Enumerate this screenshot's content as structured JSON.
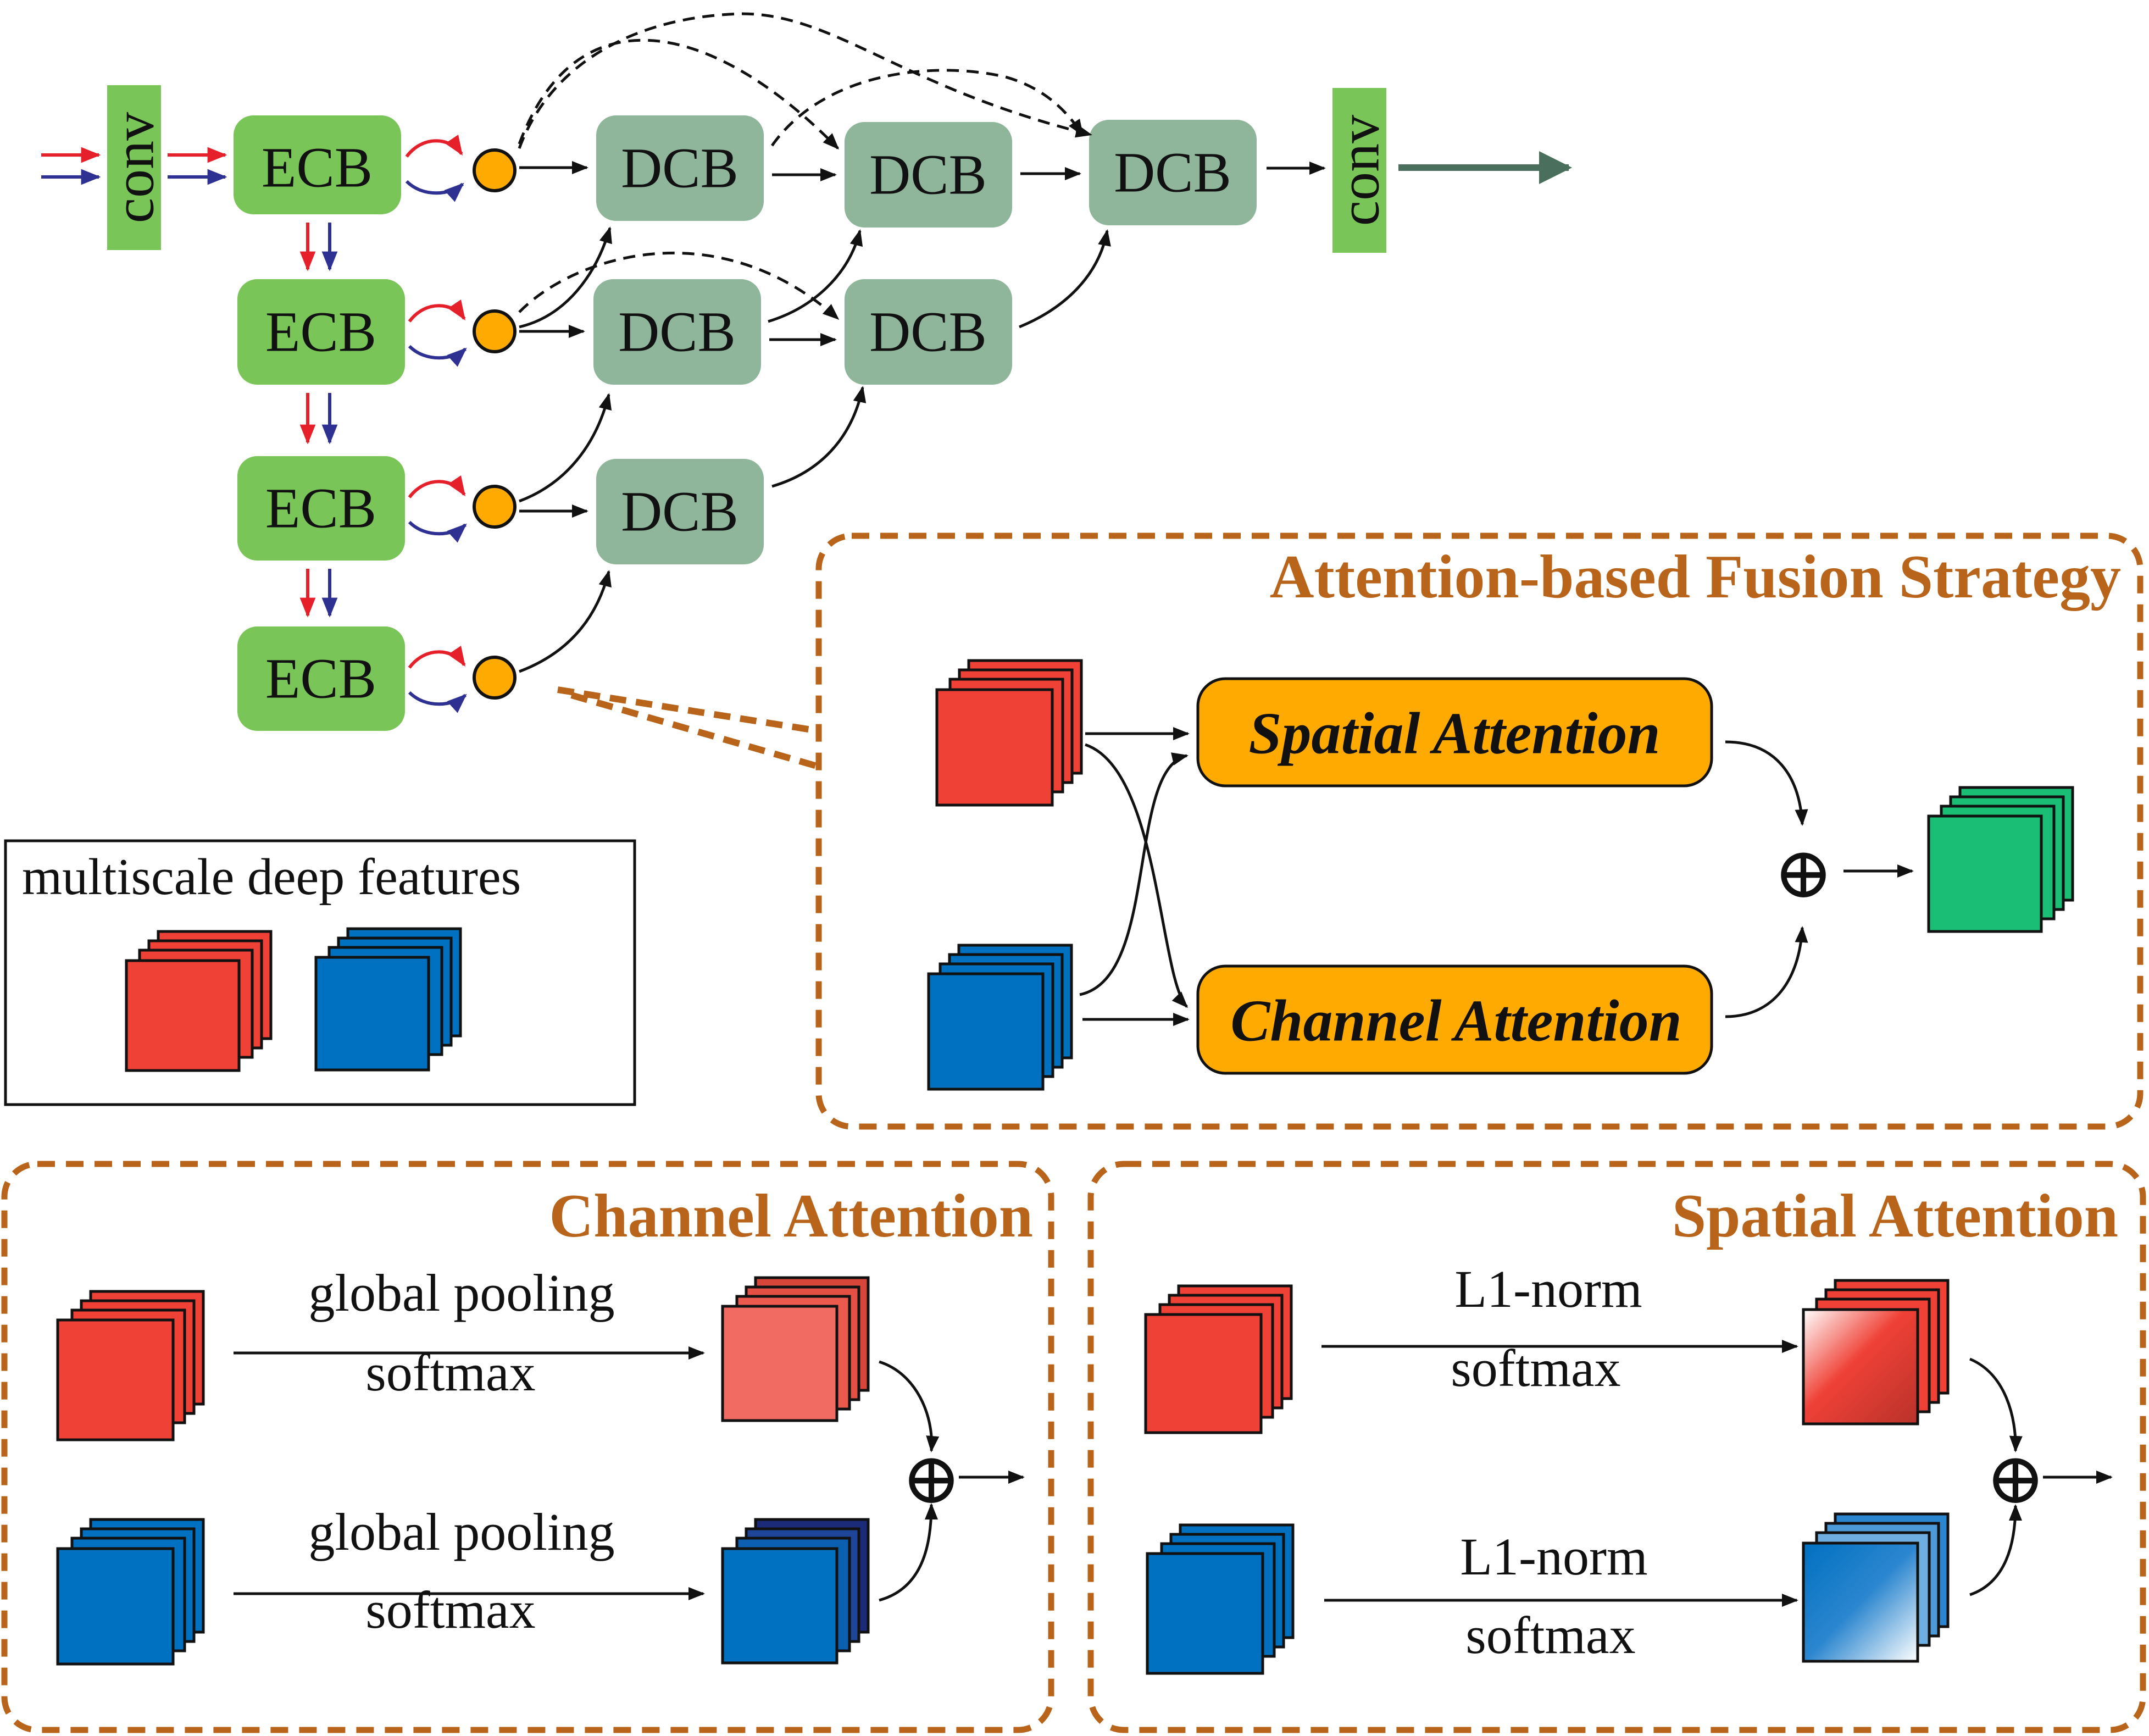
{
  "encoder": {
    "input_conv": "conv",
    "output_conv": "conv",
    "ecb": [
      "ECB",
      "ECB",
      "ECB",
      "ECB"
    ],
    "dcb_row1": [
      "DCB",
      "DCB",
      "DCB"
    ],
    "dcb_row2": [
      "DCB",
      "DCB"
    ],
    "dcb_row3": [
      "DCB"
    ]
  },
  "legend": {
    "title": "multiscale deep features"
  },
  "fusion": {
    "title": "Attention-based Fusion Strategy",
    "spatial": "Spatial Attention",
    "channel": "Channel Attention",
    "sum_symbol": "⊕"
  },
  "channel_panel": {
    "title": "Channel Attention",
    "op1_line1": "global pooling",
    "op1_line2": "softmax",
    "op2_line1": "global pooling",
    "op2_line2": "softmax",
    "sum_symbol": "⊕"
  },
  "spatial_panel": {
    "title": "Spatial Attention",
    "op1_line1": "L1-norm",
    "op1_line2": "softmax",
    "op2_line1": "L1-norm",
    "op2_line2": "softmax",
    "sum_symbol": "⊕"
  },
  "colors": {
    "ecb_fill": "#7AC557",
    "dcb_fill": "#8FB59A",
    "conv_fill": "#7AC557",
    "fusion_node": "#FFAA00",
    "attention_fill": "#FFAA00",
    "red_feature": "#EF4136",
    "blue_feature": "#0070C0",
    "green_feature": "#1BBE75",
    "panel_border": "#B8641A",
    "out_arrow": "#4A6F5C"
  }
}
